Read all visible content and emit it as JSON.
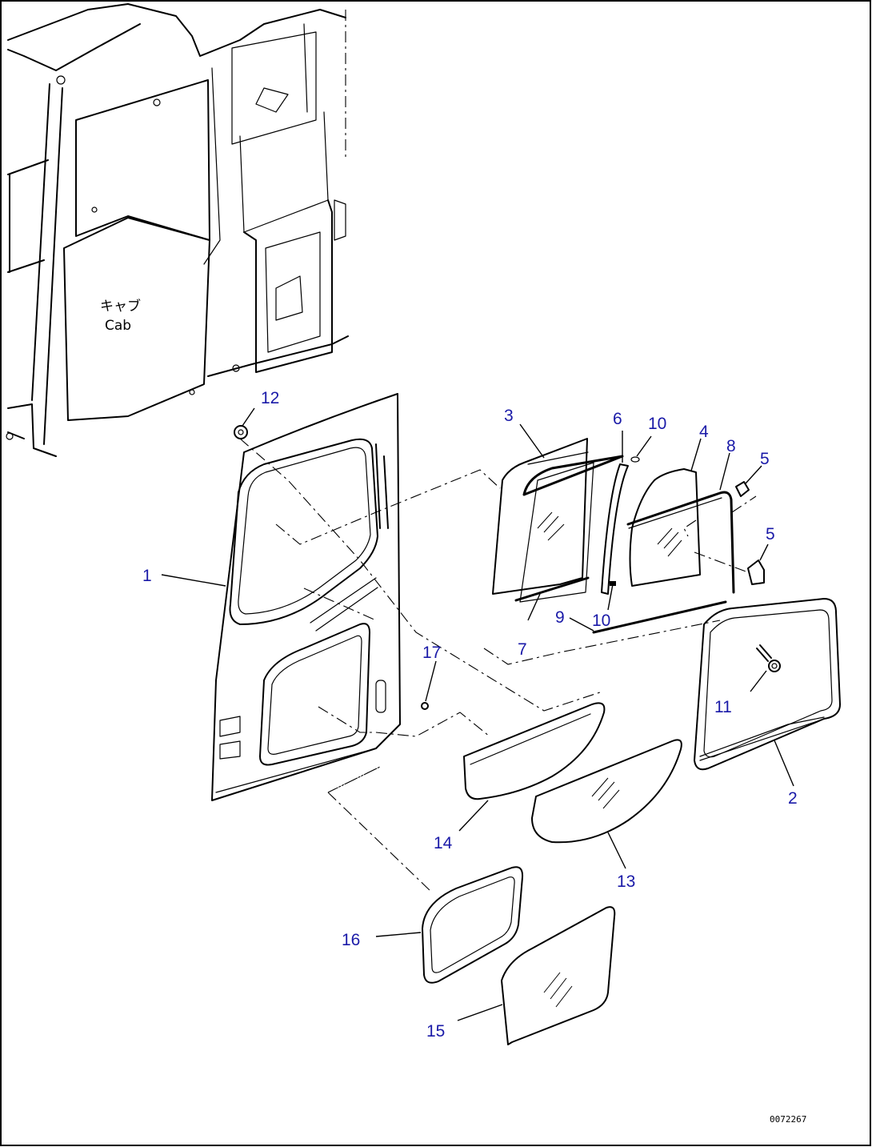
{
  "cab_label": {
    "jp": "キャブ",
    "en": "Cab"
  },
  "drawing_code": "0072267",
  "callouts": [
    {
      "id": "part-1",
      "label": "1"
    },
    {
      "id": "part-2",
      "label": "2"
    },
    {
      "id": "part-3",
      "label": "3"
    },
    {
      "id": "part-4",
      "label": "4"
    },
    {
      "id": "part-5a",
      "label": "5"
    },
    {
      "id": "part-5b",
      "label": "5"
    },
    {
      "id": "part-6",
      "label": "6"
    },
    {
      "id": "part-7",
      "label": "7"
    },
    {
      "id": "part-8",
      "label": "8"
    },
    {
      "id": "part-9",
      "label": "9"
    },
    {
      "id": "part-10a",
      "label": "10"
    },
    {
      "id": "part-10b",
      "label": "10"
    },
    {
      "id": "part-11",
      "label": "11"
    },
    {
      "id": "part-12",
      "label": "12"
    },
    {
      "id": "part-13",
      "label": "13"
    },
    {
      "id": "part-14",
      "label": "14"
    },
    {
      "id": "part-15",
      "label": "15"
    },
    {
      "id": "part-16",
      "label": "16"
    },
    {
      "id": "part-17",
      "label": "17"
    }
  ]
}
